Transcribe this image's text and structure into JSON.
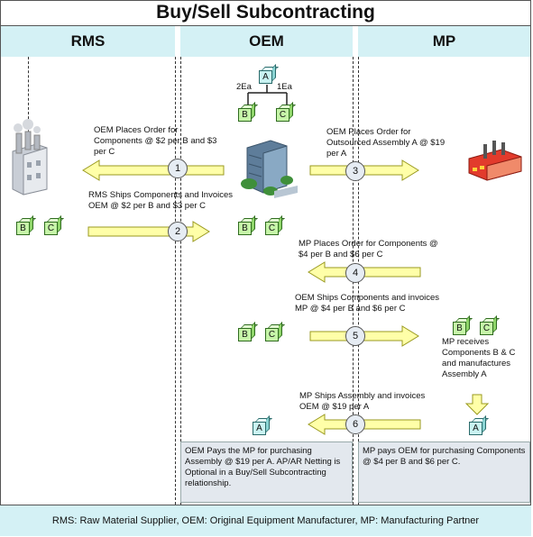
{
  "title": "Buy/Sell Subcontracting",
  "lanes": {
    "rms": "RMS",
    "oem": "OEM",
    "mp": "MP"
  },
  "bom": {
    "parent": "A",
    "left_qty": "2Ea",
    "right_qty": "1Ea",
    "left_child": "B",
    "right_child": "C"
  },
  "steps": [
    {
      "num": "1",
      "text": "OEM Places Order for Components  @ $2 per B and $3 per C"
    },
    {
      "num": "2",
      "text": "RMS Ships Components and Invoices OEM @ $2 per B and $3 per C"
    },
    {
      "num": "3",
      "text": "OEM Places Order for Outsourced Assembly A @ $19 per A"
    },
    {
      "num": "4",
      "text": "MP Places Order for  Components @ $4 per B and $6 per C"
    },
    {
      "num": "5",
      "text": "OEM Ships Components  and invoices MP @ $4 per B and $6 per C"
    },
    {
      "num": "6",
      "text": "MP Ships Assembly and invoices OEM @ $19 per A"
    }
  ],
  "mp_receives": "MP receives Components B & C and manufactures Assembly A",
  "cubes": {
    "b": "B",
    "c": "C",
    "a": "A"
  },
  "note_oem": "OEM Pays the MP for purchasing Assembly @ $19 per A. AP/AR Netting is Optional in a Buy/Sell Subcontracting relationship.",
  "note_mp": "MP pays OEM for purchasing Components @ $4 per B and $6 per C.",
  "footer": "RMS: Raw Material Supplier, OEM: Original Equipment Manufacturer, MP: Manufacturing Partner",
  "colors": {
    "lane_header": "#d4f1f5",
    "arrow_fill": "#ffffa8",
    "arrow_stroke": "#9a9a20",
    "cube_green": "#c6f5a8",
    "cube_cyan": "#c9f3f2",
    "note_bg": "#e3e8ee"
  },
  "icons": {
    "supplier": "factory-building-icon",
    "oem": "office-building-icon",
    "mp": "red-factory-icon"
  }
}
